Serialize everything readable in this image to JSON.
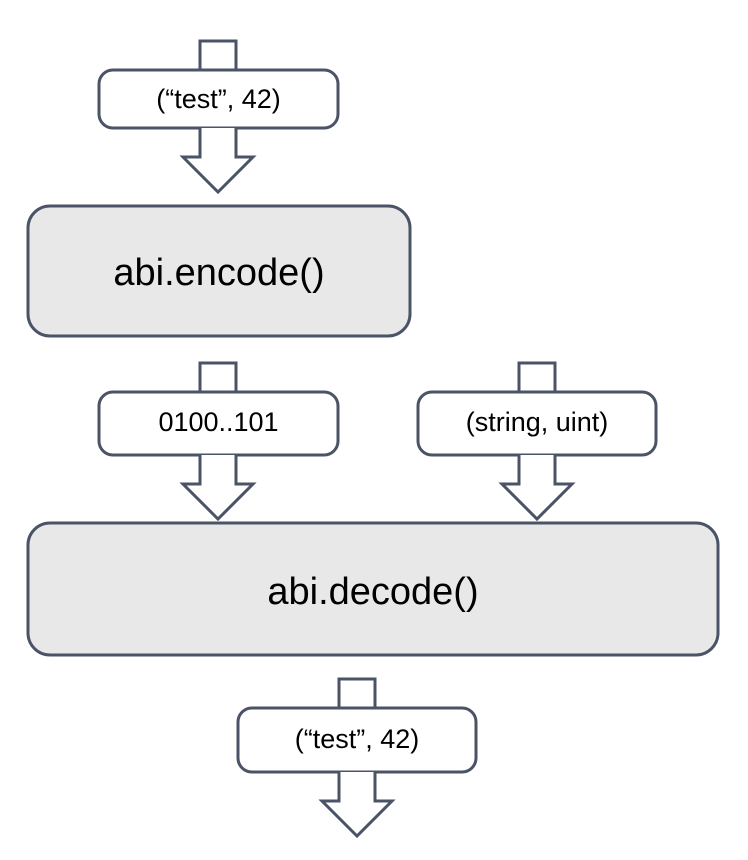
{
  "diagram": {
    "title": "abi encode decode flow",
    "colors": {
      "stroke": "#4b5366",
      "process_fill": "#e8e8e8",
      "data_fill": "#ffffff",
      "text": "#000000",
      "background": "#ffffff"
    },
    "nodes": [
      {
        "id": "input-tuple",
        "kind": "data",
        "label": "(“test”, 42)"
      },
      {
        "id": "abi-encode",
        "kind": "process",
        "label": "abi.encode()"
      },
      {
        "id": "encoded-bytes",
        "kind": "data",
        "label": "0100..101"
      },
      {
        "id": "type-signature",
        "kind": "data",
        "label": "(string, uint)"
      },
      {
        "id": "abi-decode",
        "kind": "process",
        "label": "abi.decode()"
      },
      {
        "id": "output-tuple",
        "kind": "data",
        "label": "(“test”, 42)"
      }
    ],
    "connectors": [
      {
        "id": "stub-into-input",
        "kind": "stub"
      },
      {
        "id": "arrow-input-to-encode",
        "kind": "arrow"
      },
      {
        "id": "stub-into-encoded",
        "kind": "stub"
      },
      {
        "id": "stub-into-types",
        "kind": "stub"
      },
      {
        "id": "arrow-encoded-to-decode",
        "kind": "arrow"
      },
      {
        "id": "arrow-types-to-decode",
        "kind": "arrow"
      },
      {
        "id": "stub-into-output",
        "kind": "stub"
      },
      {
        "id": "arrow-output-down",
        "kind": "arrow"
      }
    ]
  }
}
